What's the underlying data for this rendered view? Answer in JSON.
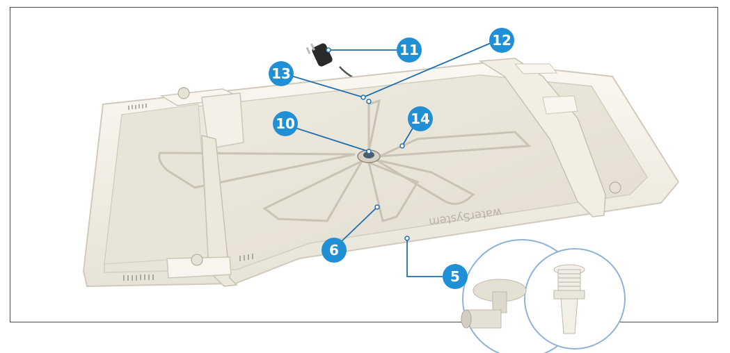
{
  "callouts": [
    {
      "id": "c5",
      "label": "5"
    },
    {
      "id": "c6",
      "label": "6"
    },
    {
      "id": "c10",
      "label": "10"
    },
    {
      "id": "c11",
      "label": "11"
    },
    {
      "id": "c12",
      "label": "12"
    },
    {
      "id": "c13",
      "label": "13"
    },
    {
      "id": "c14",
      "label": "14"
    }
  ],
  "tray_imprint": "waterSystem",
  "colors": {
    "callout_fill": "#1f8fd6",
    "leader_line": "#1f6fb0",
    "frame": "#4a4a4a",
    "tray": "#f2efe6",
    "detail_ring": "#8fb2d8"
  }
}
